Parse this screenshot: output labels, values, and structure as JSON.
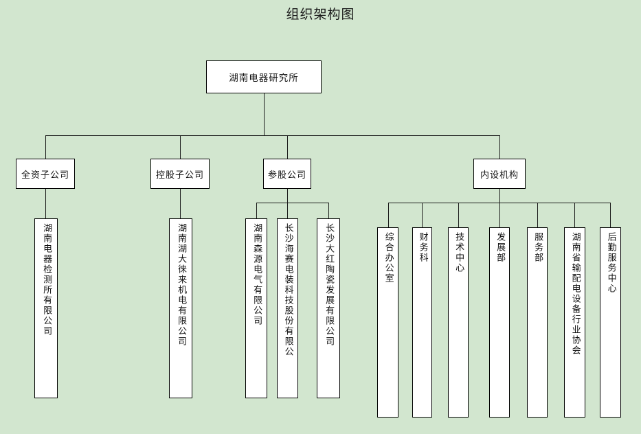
{
  "page": {
    "title": "组织架构图",
    "background_color": "#d2e6cf",
    "node_fill_color": "#ffffff",
    "line_color": "#1a1a1a"
  },
  "chart_data": {
    "type": "diagram",
    "diagram_type": "organization-chart",
    "title": "组织架构图",
    "orientation": "top-down",
    "root": "湖南电器研究所",
    "levels": 3,
    "categories": [
      "全资子公司",
      "控股子公司",
      "参股公司",
      "内设机构"
    ],
    "nodes": [
      {
        "id": "root",
        "label": "湖南电器研究所",
        "level": 1,
        "parent": null,
        "text_orientation": "horizontal"
      },
      {
        "id": "cat1",
        "label": "全资子公司",
        "level": 2,
        "parent": "root",
        "text_orientation": "horizontal"
      },
      {
        "id": "cat2",
        "label": "控股子公司",
        "level": 2,
        "parent": "root",
        "text_orientation": "horizontal"
      },
      {
        "id": "cat3",
        "label": "参股公司",
        "level": 2,
        "parent": "root",
        "text_orientation": "horizontal"
      },
      {
        "id": "cat4",
        "label": "内设机构",
        "level": 2,
        "parent": "root",
        "text_orientation": "horizontal"
      },
      {
        "id": "leaf1",
        "label": "湖南电器检测所有限公司",
        "level": 3,
        "parent": "cat1",
        "text_orientation": "vertical"
      },
      {
        "id": "leaf2",
        "label": "湖南湖大徕来机电有限公司",
        "level": 3,
        "parent": "cat2",
        "text_orientation": "vertical"
      },
      {
        "id": "leaf3",
        "label": "湖南森源电气有限公司",
        "level": 3,
        "parent": "cat3",
        "text_orientation": "vertical"
      },
      {
        "id": "leaf4",
        "label": "长沙海赛电装科技股份有限公",
        "level": 3,
        "parent": "cat3",
        "text_orientation": "vertical"
      },
      {
        "id": "leaf5",
        "label": "长沙大红陶瓷发展有限公司",
        "level": 3,
        "parent": "cat3",
        "text_orientation": "vertical"
      },
      {
        "id": "leaf6",
        "label": "综合办公室",
        "level": 3,
        "parent": "cat4",
        "text_orientation": "vertical"
      },
      {
        "id": "leaf7",
        "label": "财务科",
        "level": 3,
        "parent": "cat4",
        "text_orientation": "vertical"
      },
      {
        "id": "leaf8",
        "label": "技术中心",
        "level": 3,
        "parent": "cat4",
        "text_orientation": "vertical"
      },
      {
        "id": "leaf9",
        "label": "发展部",
        "level": 3,
        "parent": "cat4",
        "text_orientation": "vertical"
      },
      {
        "id": "leaf10",
        "label": "服务部",
        "level": 3,
        "parent": "cat4",
        "text_orientation": "vertical"
      },
      {
        "id": "leaf11",
        "label": "湖南省输配电设备行业协会",
        "level": 3,
        "parent": "cat4",
        "text_orientation": "vertical"
      },
      {
        "id": "leaf12",
        "label": "后勤服务中心",
        "level": 3,
        "parent": "cat4",
        "text_orientation": "vertical"
      }
    ]
  },
  "root": {
    "label": "湖南电器研究所"
  },
  "categories": {
    "wholly_owned": {
      "label": "全资子公司"
    },
    "holding": {
      "label": "控股子公司"
    },
    "equity": {
      "label": "参股公司"
    },
    "internal": {
      "label": "内设机构"
    }
  },
  "subsidiaries": {
    "wholly_owned": [
      {
        "label": "湖南电器检测所有限公司"
      }
    ],
    "holding": [
      {
        "label": "湖南湖大徕来机电有限公司"
      }
    ],
    "equity": [
      {
        "label": "湖南森源电气有限公司"
      },
      {
        "label": "长沙海赛电装科技股份有限公"
      },
      {
        "label": "长沙大红陶瓷发展有限公司"
      }
    ]
  },
  "departments": [
    {
      "label": "综合办公室"
    },
    {
      "label": "财务科"
    },
    {
      "label": "技术中心"
    },
    {
      "label": "发展部"
    },
    {
      "label": "服务部"
    },
    {
      "label": "湖南省输配电设备行业协会"
    },
    {
      "label": "后勤服务中心"
    }
  ]
}
